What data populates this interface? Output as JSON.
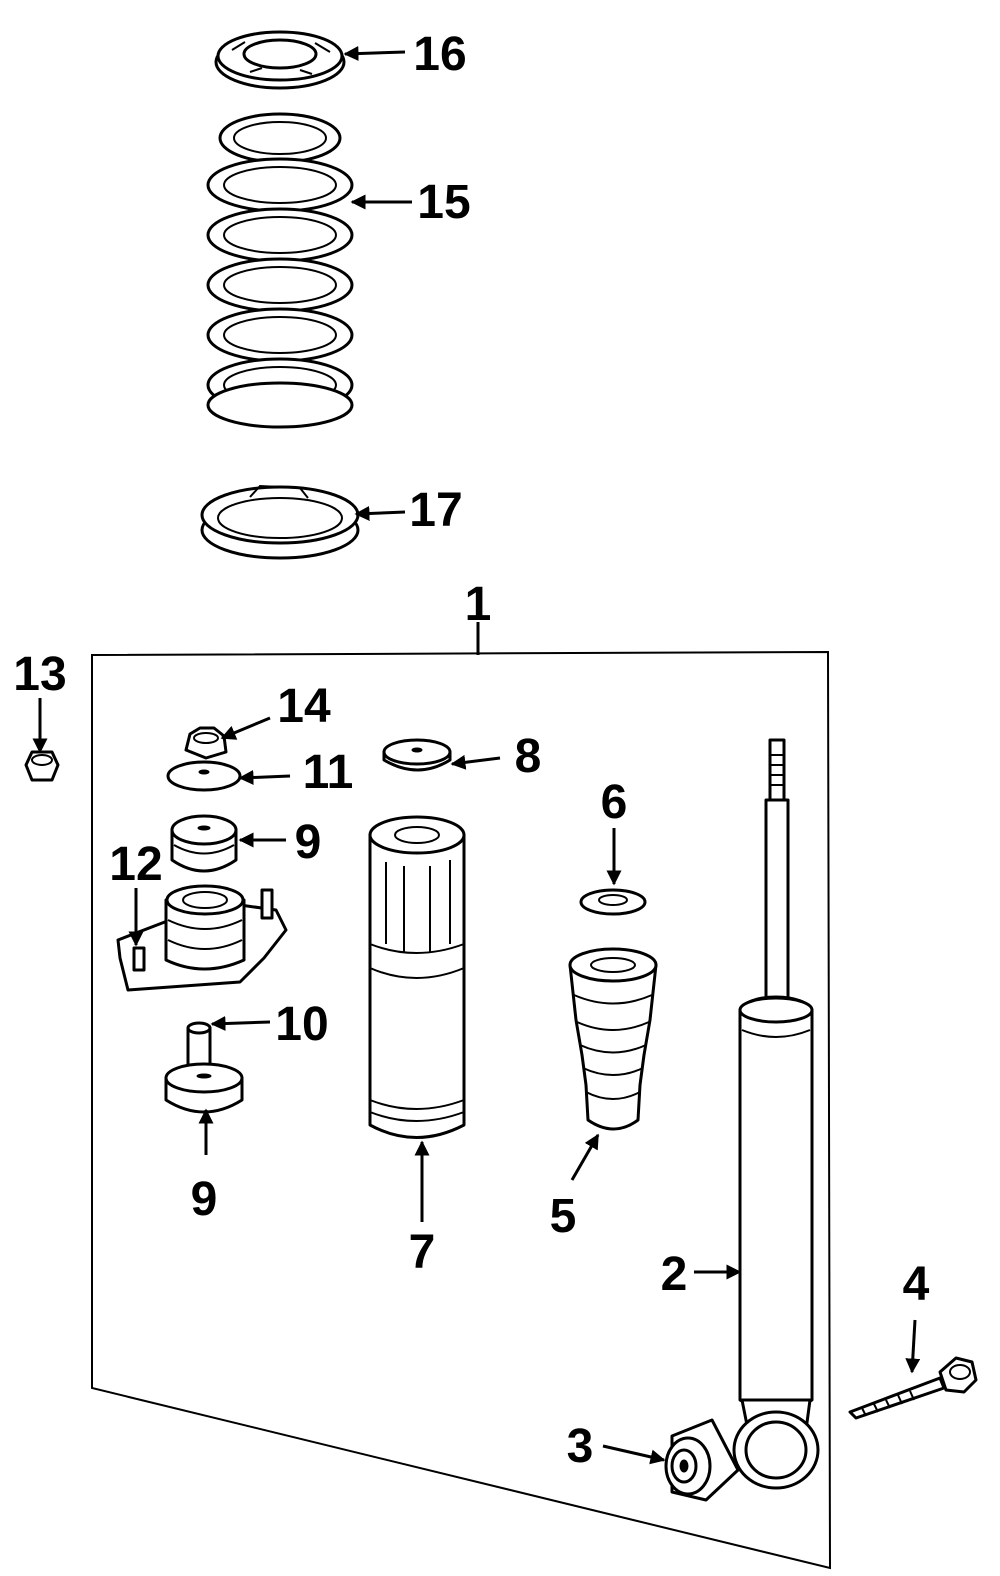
{
  "diagram": {
    "callouts": {
      "c1": "1",
      "c2": "2",
      "c3": "3",
      "c4": "4",
      "c5": "5",
      "c6": "6",
      "c7": "7",
      "c8": "8",
      "c9a": "9",
      "c9b": "9",
      "c10": "10",
      "c11": "11",
      "c12": "12",
      "c13": "13",
      "c14": "14",
      "c15": "15",
      "c16": "16",
      "c17": "17"
    }
  }
}
